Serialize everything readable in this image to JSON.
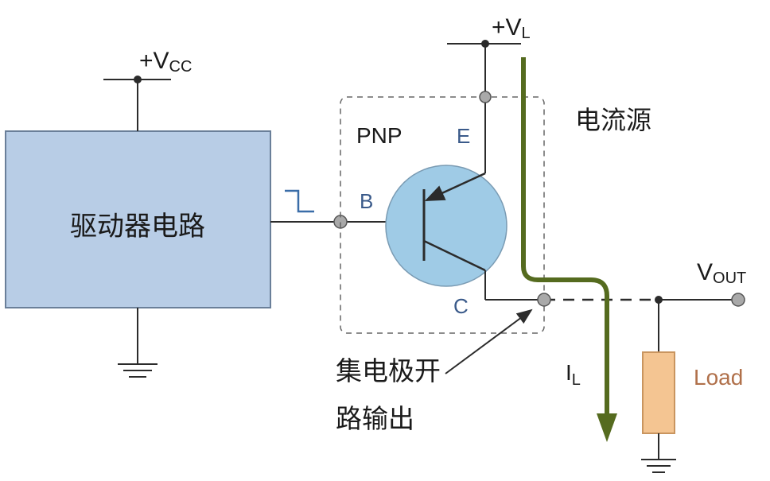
{
  "driver_label": "驱动器电路",
  "vcc": {
    "prefix": "+V",
    "sub": "CC"
  },
  "vl": {
    "prefix": "+V",
    "sub": "L"
  },
  "vout": {
    "prefix": "V",
    "sub": "OUT"
  },
  "transistor_type": "PNP",
  "pin_e": "E",
  "pin_b": "B",
  "pin_c": "C",
  "current_source_label": "电流源",
  "open_collector_line1": "集电极开",
  "open_collector_line2": "路输出",
  "current": {
    "prefix": "I",
    "sub": "L"
  },
  "load_label": "Load",
  "colors": {
    "wire": "#2b2b2b",
    "driver_fill": "#b8cde6",
    "driver_border": "#6a7f99",
    "transistor_fill": "#9fcbe6",
    "transistor_border": "#7a9bb3",
    "pin_label": "#3a5a8a",
    "current_arrow": "#556b1f",
    "load_fill": "#f4c592",
    "load_border": "#c9955f",
    "load_text": "#b0704a",
    "node_fill": "#a9a9a9"
  }
}
